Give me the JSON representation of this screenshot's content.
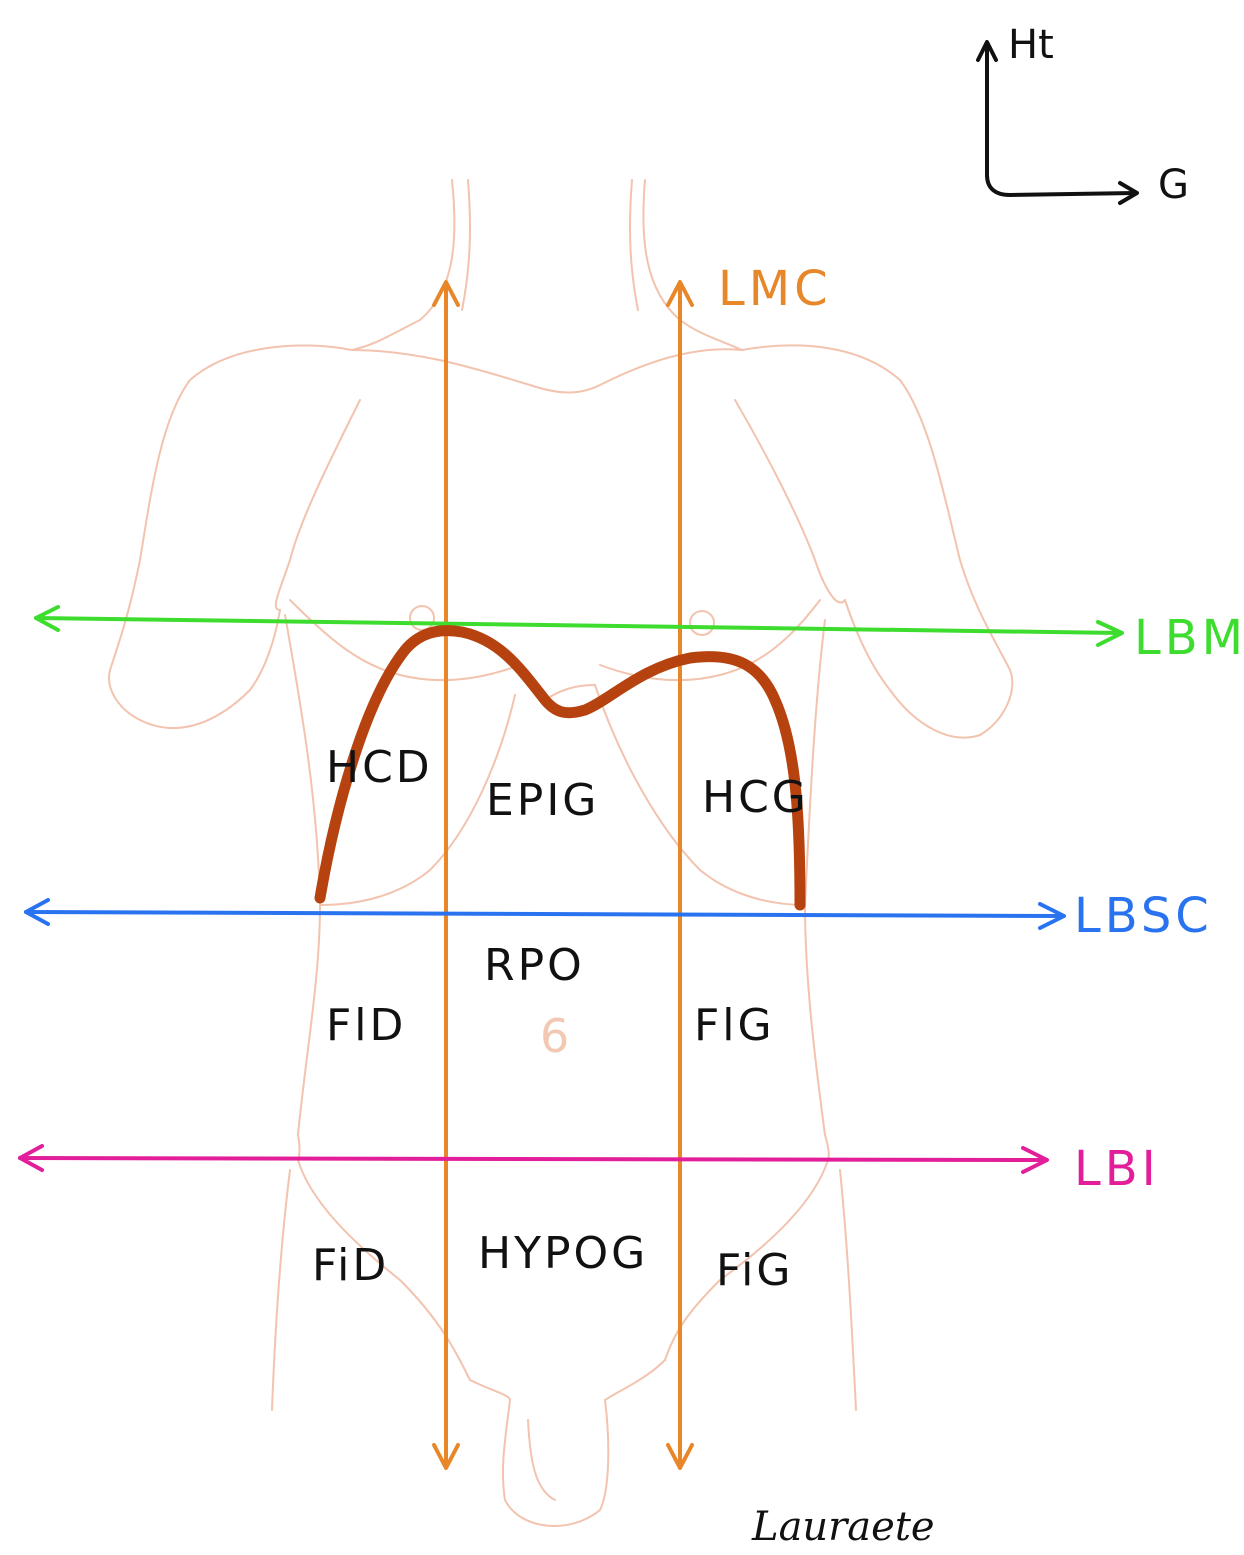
{
  "orientation": {
    "up_label": "Ht",
    "right_label": "G"
  },
  "lines": {
    "vertical": {
      "label": "LMC",
      "color": "#e8872a"
    },
    "lbm": {
      "label": "LBM",
      "color": "#3ddc2f"
    },
    "lbsc": {
      "label": "LBSC",
      "color": "#2a73f0"
    },
    "lbi": {
      "label": "LBI",
      "color": "#e21e9a"
    }
  },
  "regions": {
    "hcd": "HCD",
    "epig": "EPIG",
    "hcg": "HCG",
    "fld": "FlD",
    "rpo": "RPO",
    "flg": "FlG",
    "fid": "FiD",
    "hypog": "HYPOG",
    "fig": "FiG"
  },
  "faint_number": "6",
  "diaphragm_color": "#b6430f",
  "outline_color": "#f2c3ae",
  "signature": "Lauraete"
}
